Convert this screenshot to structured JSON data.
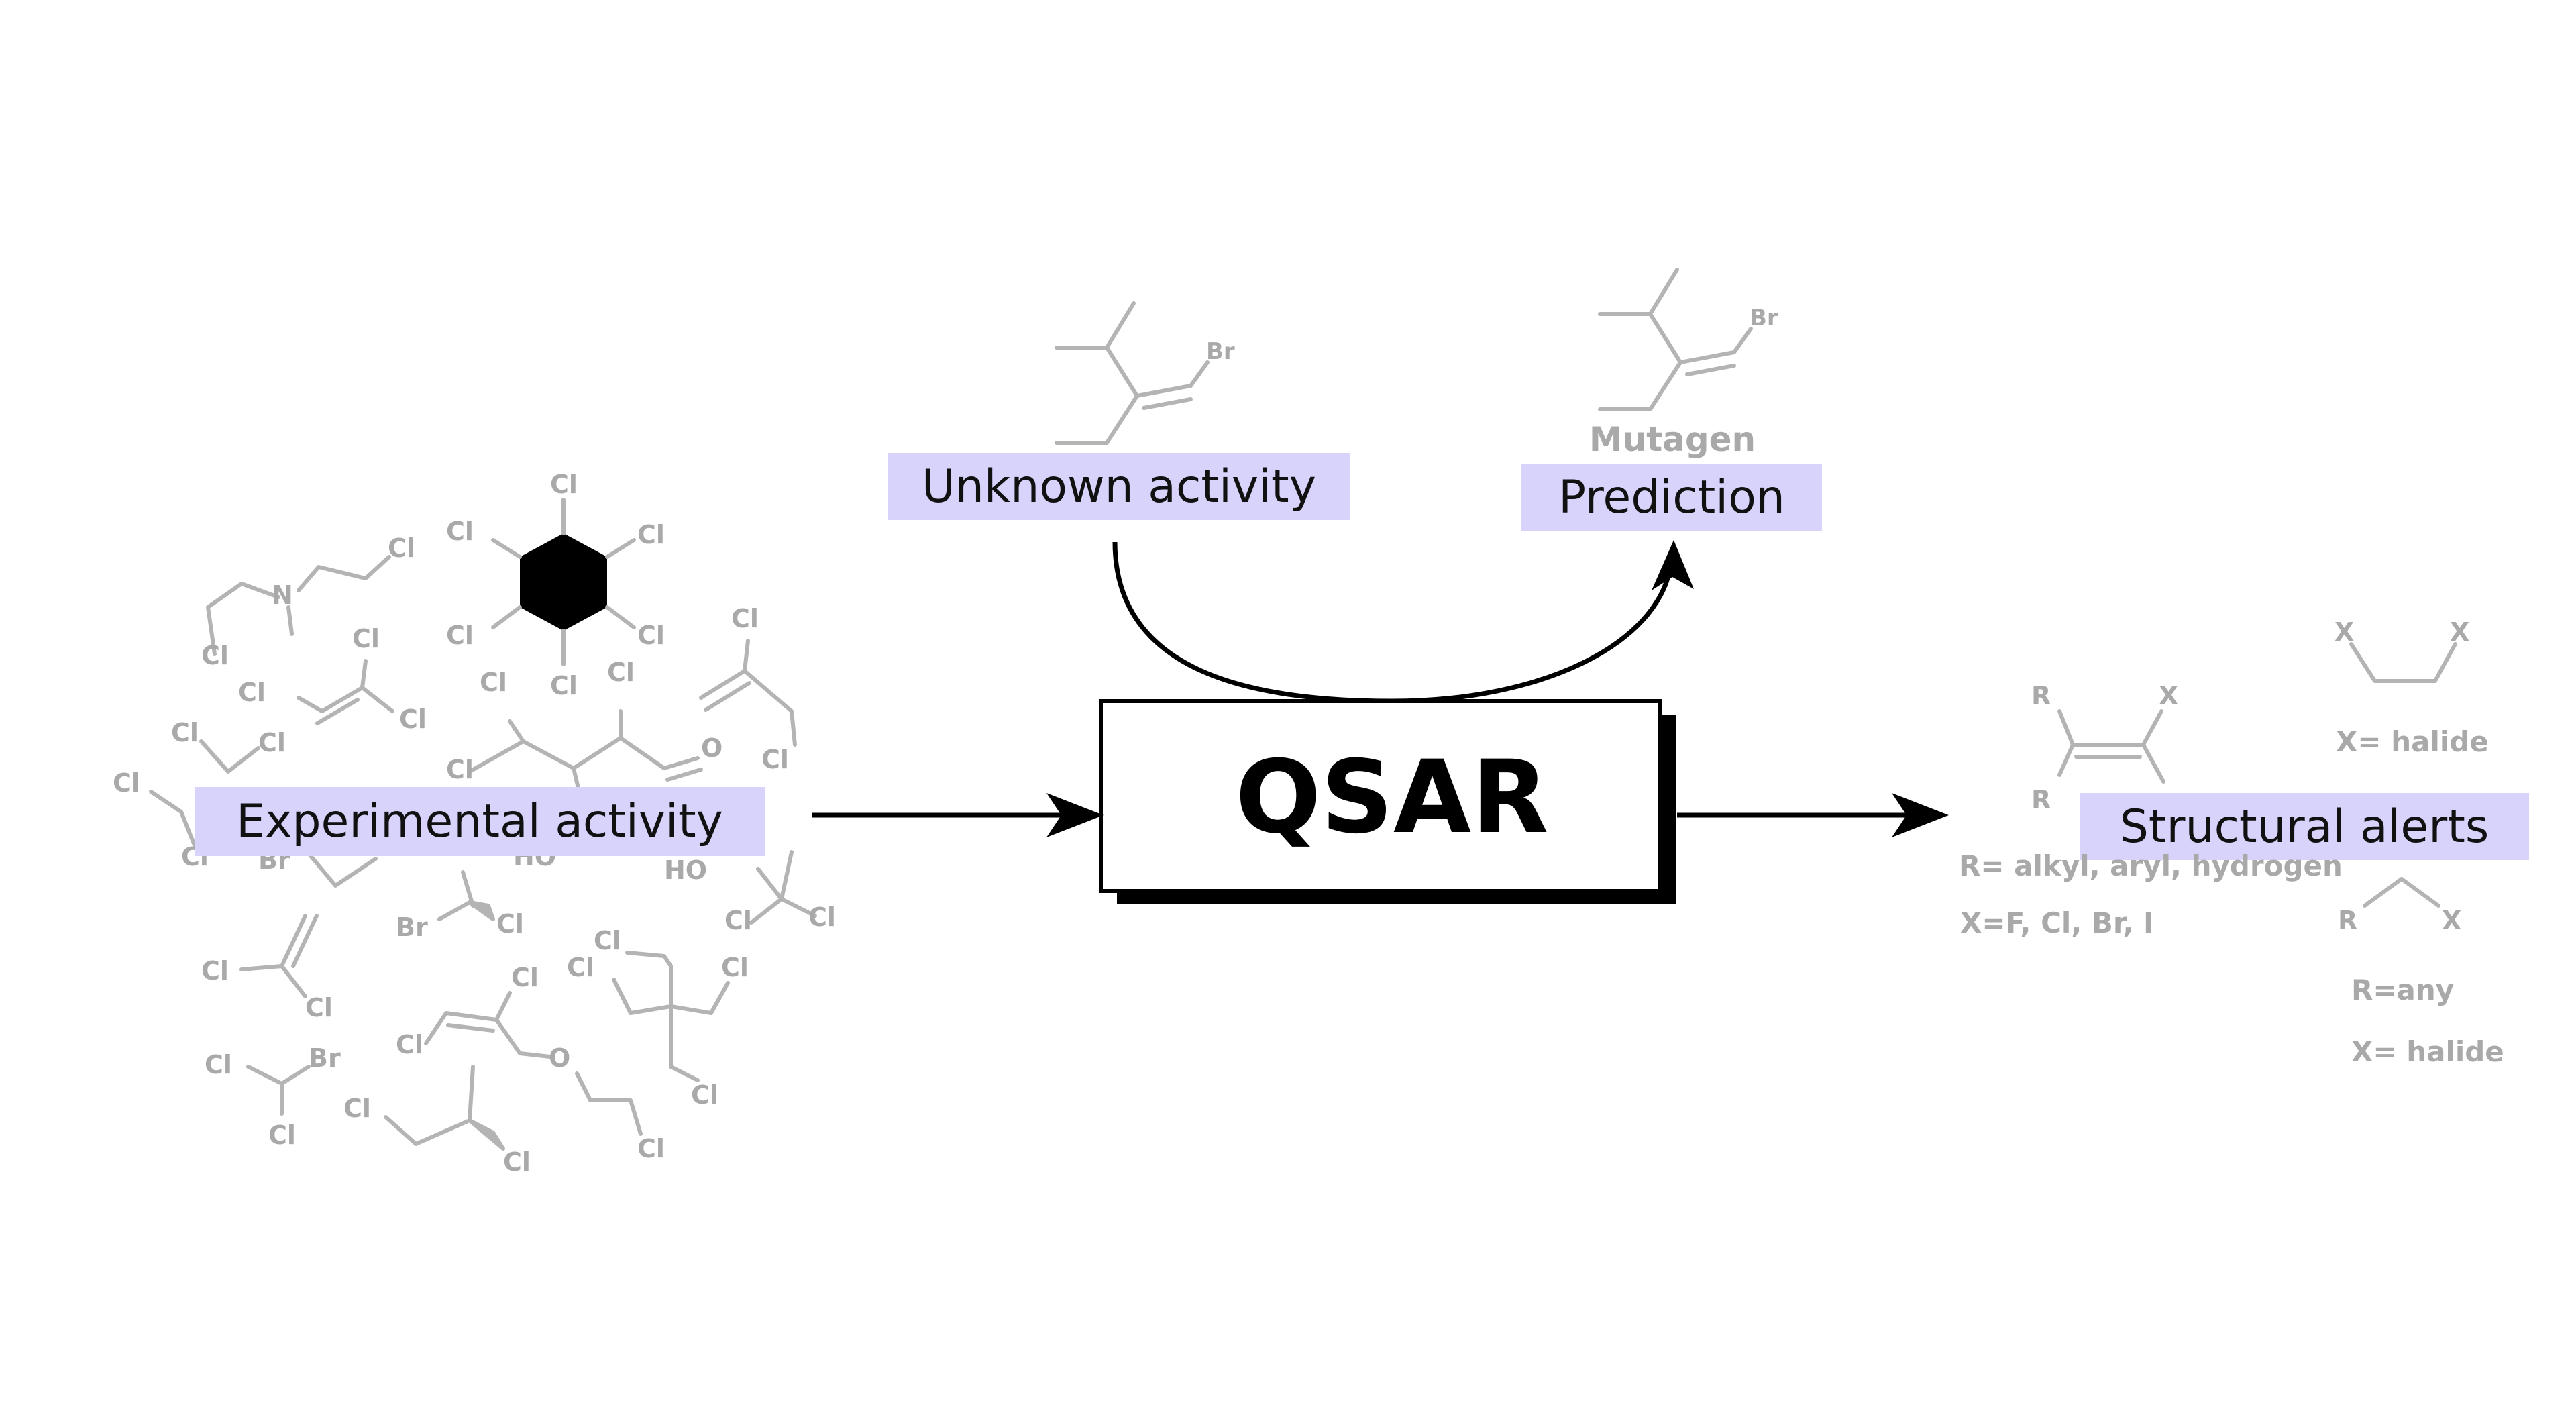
{
  "labels": {
    "experimental": "Experimental activity",
    "unknown": "Unknown activity",
    "prediction": "Prediction",
    "mutagen": "Mutagen",
    "qsar": "QSAR",
    "alerts": "Structural alerts"
  },
  "alerts": {
    "r_def": "R= alkyl, aryl, hydrogen",
    "x_def": "X=F, Cl, Br, I",
    "x_halide_1": "X= halide",
    "r_any": "R=any",
    "x_halide_2": "X= halide",
    "r": "R",
    "x": "X"
  },
  "atoms": {
    "cl": "Cl",
    "br": "Br",
    "n": "N",
    "o": "O",
    "ho": "HO"
  },
  "colors": {
    "label_fill": "#d7d3fb",
    "molecule_gray": "#b4b4b4",
    "arrow": "#000000"
  }
}
